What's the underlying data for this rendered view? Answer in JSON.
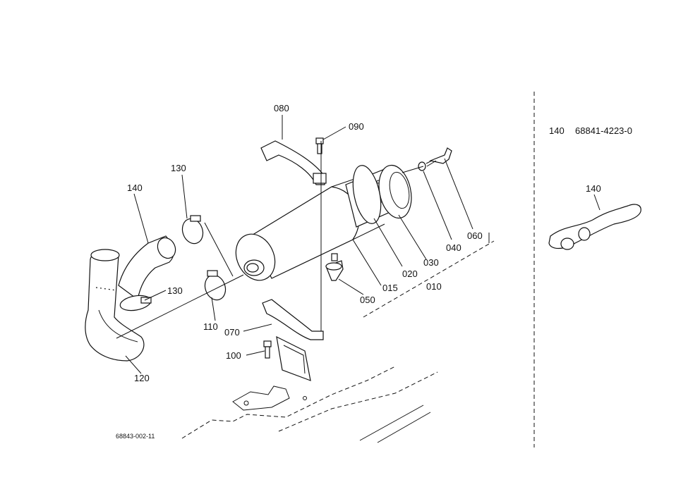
{
  "diagram": {
    "drawing_number": "68843-002-11",
    "callouts": {
      "c010": "010",
      "c015": "015",
      "c020": "020",
      "c030": "030",
      "c040": "040",
      "c050": "050",
      "c060": "060",
      "c070": "070",
      "c080": "080",
      "c090": "090",
      "c100": "100",
      "c110": "110",
      "c120": "120",
      "c130a": "130",
      "c130b": "130",
      "c140": "140"
    },
    "note": {
      "part_ref": "140",
      "part_number": "68841-4223-0",
      "inset_label": "140"
    }
  }
}
